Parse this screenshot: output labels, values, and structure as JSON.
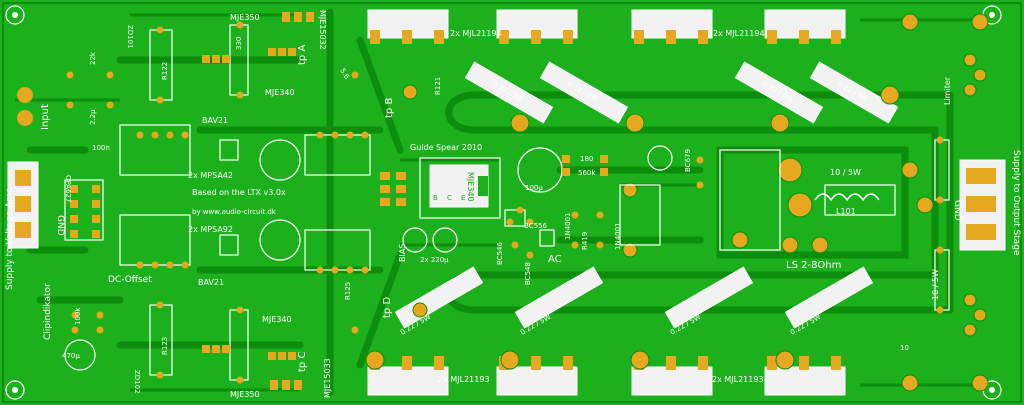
{
  "colors": {
    "board": "#19b019",
    "copper": "#0c8f0c",
    "pad": "#e6a81e",
    "silk": "#ffffff",
    "component": "#f2f2f2",
    "cap_fill": "#f0f0f0"
  },
  "labels": {
    "supply_left": "Supply to Voltage Amp",
    "supply_right": "Supply to Output Stage",
    "input": "Input",
    "clipindicator": "Clipindikator",
    "dc_offset": "DC-Offset",
    "gnd_left": "GND",
    "gnd_right": "GND",
    "based_on": "Based on the LTX v3.0x",
    "website": "by www.audio-circuit.dk",
    "guide": "Guide Spear 2010",
    "mpsa42": "2x MPSA42",
    "mpsa92": "2x MPSA92",
    "bav21_top": "BAV21",
    "bav21_bot": "BAV21",
    "mje350_top": "MJE350",
    "mje340_top": "MJE340",
    "mje340_bot": "MJE340",
    "mje350_bot": "MJE350",
    "mje15032": "MJE15032",
    "mje15033": "MJE15033",
    "mje340_center": "MJE340",
    "mjl21194_1": "2x MJL21194",
    "mjl21194_2": "2x MJL21194",
    "mjl21193_1": "2x MJL21193",
    "mjl21193_2": "2x MJL21193",
    "tp_a": "tp A",
    "tp_b": "tp B",
    "tp_c": "tp C",
    "tp_d": "tp D",
    "ls": "LS 2-8Ohm",
    "l101": "L101",
    "r10_5w_top": "10 / 5W",
    "r10_5w_right": "10 / 5W",
    "limiter": "Limiter",
    "bias": "BIAS",
    "ac": "AC",
    "bc556": "BC556",
    "bc546": "BC546",
    "bc548": "BC548",
    "bc679": "BC679",
    "1n4001_a": "1N4001",
    "1n4001_b": "1N4001",
    "r_022_5w": "0.22 / 5W",
    "val_220u": "2x 220µ",
    "val_470u": "470µ",
    "val_100u": "100µ",
    "val_560k": "560k",
    "val_180": "180",
    "val_330": "330",
    "r121": "R121",
    "r122": "R122",
    "r123": "R123",
    "r125": "R125",
    "r419": "R419",
    "zd101": "ZD101",
    "zd102": "ZD102",
    "opa627": "OPA627",
    "val_10": "10",
    "val_5_6": "5.6",
    "val_100n": "100n",
    "val_22k": "22k",
    "val_2_2u": "2.2µ",
    "val_100k": "100k",
    "b": "B",
    "c": "C",
    "e": "E"
  }
}
